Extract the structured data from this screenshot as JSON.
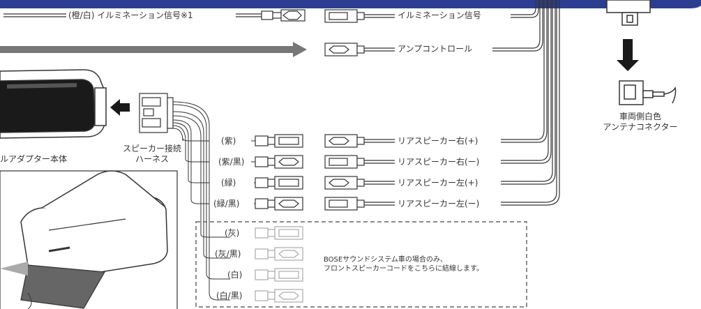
{
  "colors": {
    "header": "#2c3e8f",
    "wire": "#333333",
    "arrow": "#666666",
    "faded": "#aaaaaa",
    "box_fill": "#ffffff"
  },
  "top_row": {
    "left_wire_label": "(橙/白) イルミネーション信号※1",
    "right_illumination": "イルミネーション信号",
    "amp_control": "アンプコントロール"
  },
  "adapter": {
    "body_label": "ルアダプター本体"
  },
  "harness": {
    "label_line1": "スピーカー接続",
    "label_line2": "ハーネス"
  },
  "antenna": {
    "label_line1": "車両側白色",
    "label_line2": "アンテナコネクター"
  },
  "rear_wires": [
    {
      "color": "(紫)",
      "label": "リアスピーカー右(+)"
    },
    {
      "color": "(紫/黒)",
      "label": "リアスピーカー右(ー)"
    },
    {
      "color": "(緑)",
      "label": "リアスピーカー左(+)"
    },
    {
      "color": "(緑/黒)",
      "label": "リアスピーカー左(ー)"
    }
  ],
  "bose_wires": [
    {
      "color": "(灰)"
    },
    {
      "color": "(灰/黒)"
    },
    {
      "color": "(白)"
    },
    {
      "color": "(白/黒)"
    }
  ],
  "bose_note": {
    "line1": "BOSEサウンドシステム車の場合のみ、",
    "line2": "フロントスピーカーコードをこちらに結線します。"
  }
}
